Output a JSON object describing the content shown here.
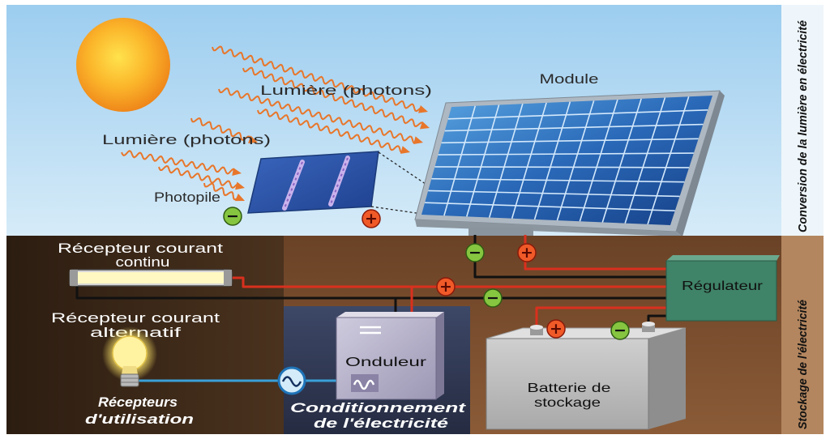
{
  "diagram": {
    "light_label_upper": "Lumière (photons)",
    "light_label_lower": "Lumière (photons)",
    "module_label": "Module",
    "photocell_label": "Photopile",
    "dc_receiver_label": [
      "Récepteur courant",
      "continu"
    ],
    "ac_receiver_label": [
      "Récepteur courant",
      "alternatif"
    ],
    "usage_group_label": [
      "Récepteurs",
      "d'utilisation"
    ],
    "inverter_label": "Onduleur",
    "conditioning_group_label": [
      "Conditionnement",
      "de l'électricité"
    ],
    "regulator_label": "Régulateur",
    "battery_label": [
      "Batterie de",
      "stockage"
    ],
    "section_labels": {
      "conversion": "Conversion de la lumière en électricité",
      "storage": "Stockage de l'électricité"
    },
    "polarity": {
      "positive": "+",
      "negative": "−"
    }
  },
  "icons": {
    "sun": "sun-icon",
    "light_rays": "light-ray-arrow-icon",
    "dc_lamp": "fluorescent-tube-icon",
    "ac_lamp": "light-bulb-icon",
    "ac_source": "ac-sine-wave-icon",
    "inverter_dc": "dc-equals-icon",
    "inverter_ac": "ac-wave-icon"
  },
  "colors": {
    "positive_badge": "#f05a28",
    "negative_badge": "#86c540",
    "positive_wire": "#d9301e",
    "negative_wire": "#111111",
    "ac_wire": "#3aa0d8",
    "light_ray": "#e8762a",
    "regulator": "#3f8368",
    "battery": "#bdbdbd",
    "inverter": "#b9b4c9"
  }
}
